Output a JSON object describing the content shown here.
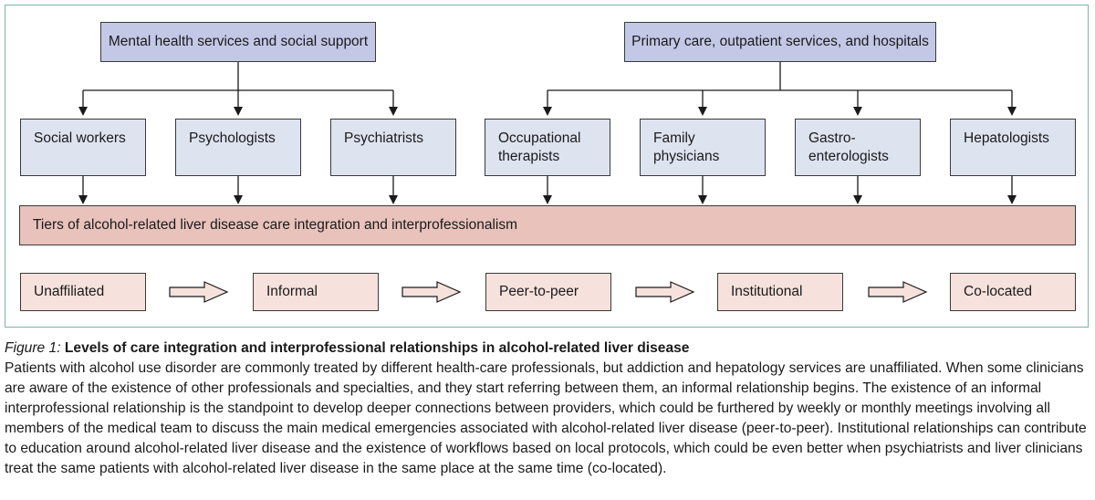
{
  "diagram": {
    "top_groups": [
      {
        "label": "Mental health services and social support"
      },
      {
        "label": "Primary care, outpatient services, and hospitals"
      }
    ],
    "professionals": [
      {
        "line1": "Social workers",
        "line2": ""
      },
      {
        "line1": "Psychologists",
        "line2": ""
      },
      {
        "line1": "Psychiatrists",
        "line2": ""
      },
      {
        "line1": "Occupational",
        "line2": "therapists"
      },
      {
        "line1": "Family",
        "line2": "physicians"
      },
      {
        "line1": "Gastro-",
        "line2": "enterologists"
      },
      {
        "line1": "Hepatologists",
        "line2": ""
      }
    ],
    "band_label": "Tiers of alcohol-related liver disease care integration and interprofessionalism",
    "tiers": [
      {
        "label": "Unaffiliated"
      },
      {
        "label": "Informal"
      },
      {
        "label": "Peer-to-peer"
      },
      {
        "label": "Institutional"
      },
      {
        "label": "Co-located"
      }
    ]
  },
  "caption": {
    "figure_label": "Figure 1:",
    "title": " Levels of care integration and interprofessional relationships in alcohol-related liver disease",
    "body": "Patients with alcohol use disorder are commonly treated by different health-care professionals, but addiction and hepatology services are unaffiliated. When some clinicians are aware of the existence of other professionals and specialties, and they start referring between them, an informal relationship begins. The existence of an informal interprofessional relationship is the standpoint to develop deeper connections between providers, which could be furthered by weekly or monthly meetings involving all members of the medical team to discuss the main medical emergencies associated with alcohol-related liver disease (peer-to-peer). Institutional relationships can contribute to education around alcohol-related liver disease and the existence of workflows based on local protocols, which could be even better when psychiatrists and liver clinicians treat the same patients with alcohol-related liver disease in the same place at the same time (co-located)."
  }
}
